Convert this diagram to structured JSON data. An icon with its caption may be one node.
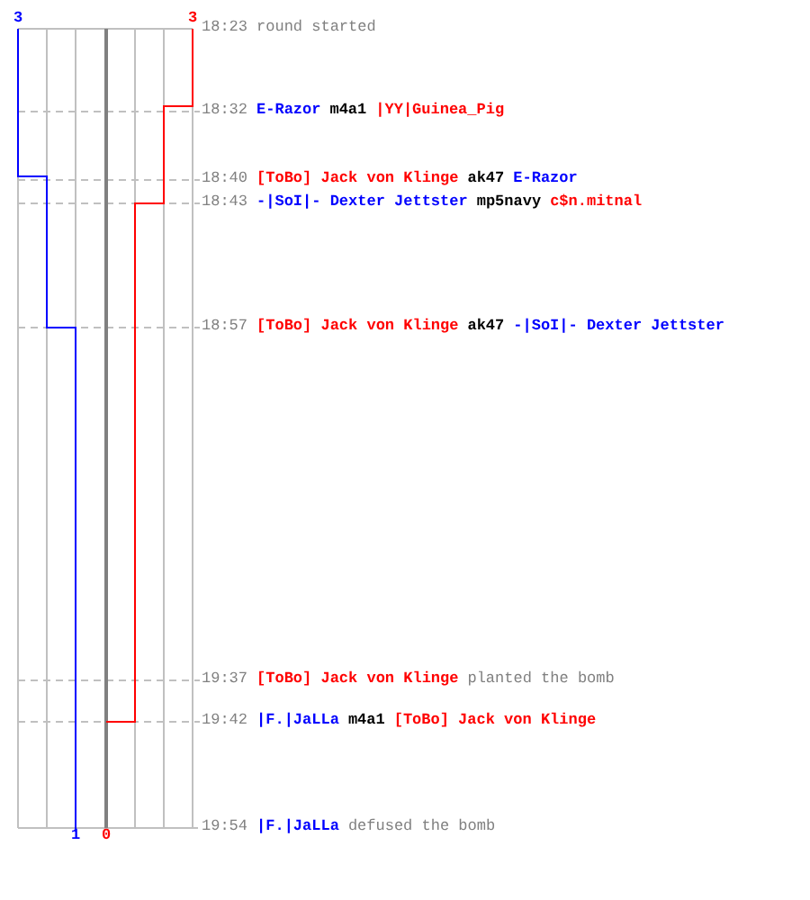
{
  "diagram": {
    "labels": [
      "3",
      "3",
      "18:23",
      "round started",
      "18:32",
      "E-Razor",
      "m4a1",
      "|YY|Guinea_Pig",
      "18:40",
      "[ToBo] Jack von Klinge",
      "ak47",
      "E-Razor",
      "18:43",
      "-|SoI|- Dexter Jettster",
      "mp5navy",
      "c$n.mitnal",
      "18:57",
      "[ToBo] Jack von Klinge",
      "ak47",
      "-|SoI|- Dexter Jettster",
      "19:37",
      "[ToBo] Jack von Klinge",
      "planted the bomb",
      "19:42",
      "|F.|JaLLa",
      "m4a1",
      "[ToBo] Jack von Klinge",
      "19:54",
      "|F.|JaLLa",
      "defused the bomb",
      "1",
      "0"
    ]
  }
}
